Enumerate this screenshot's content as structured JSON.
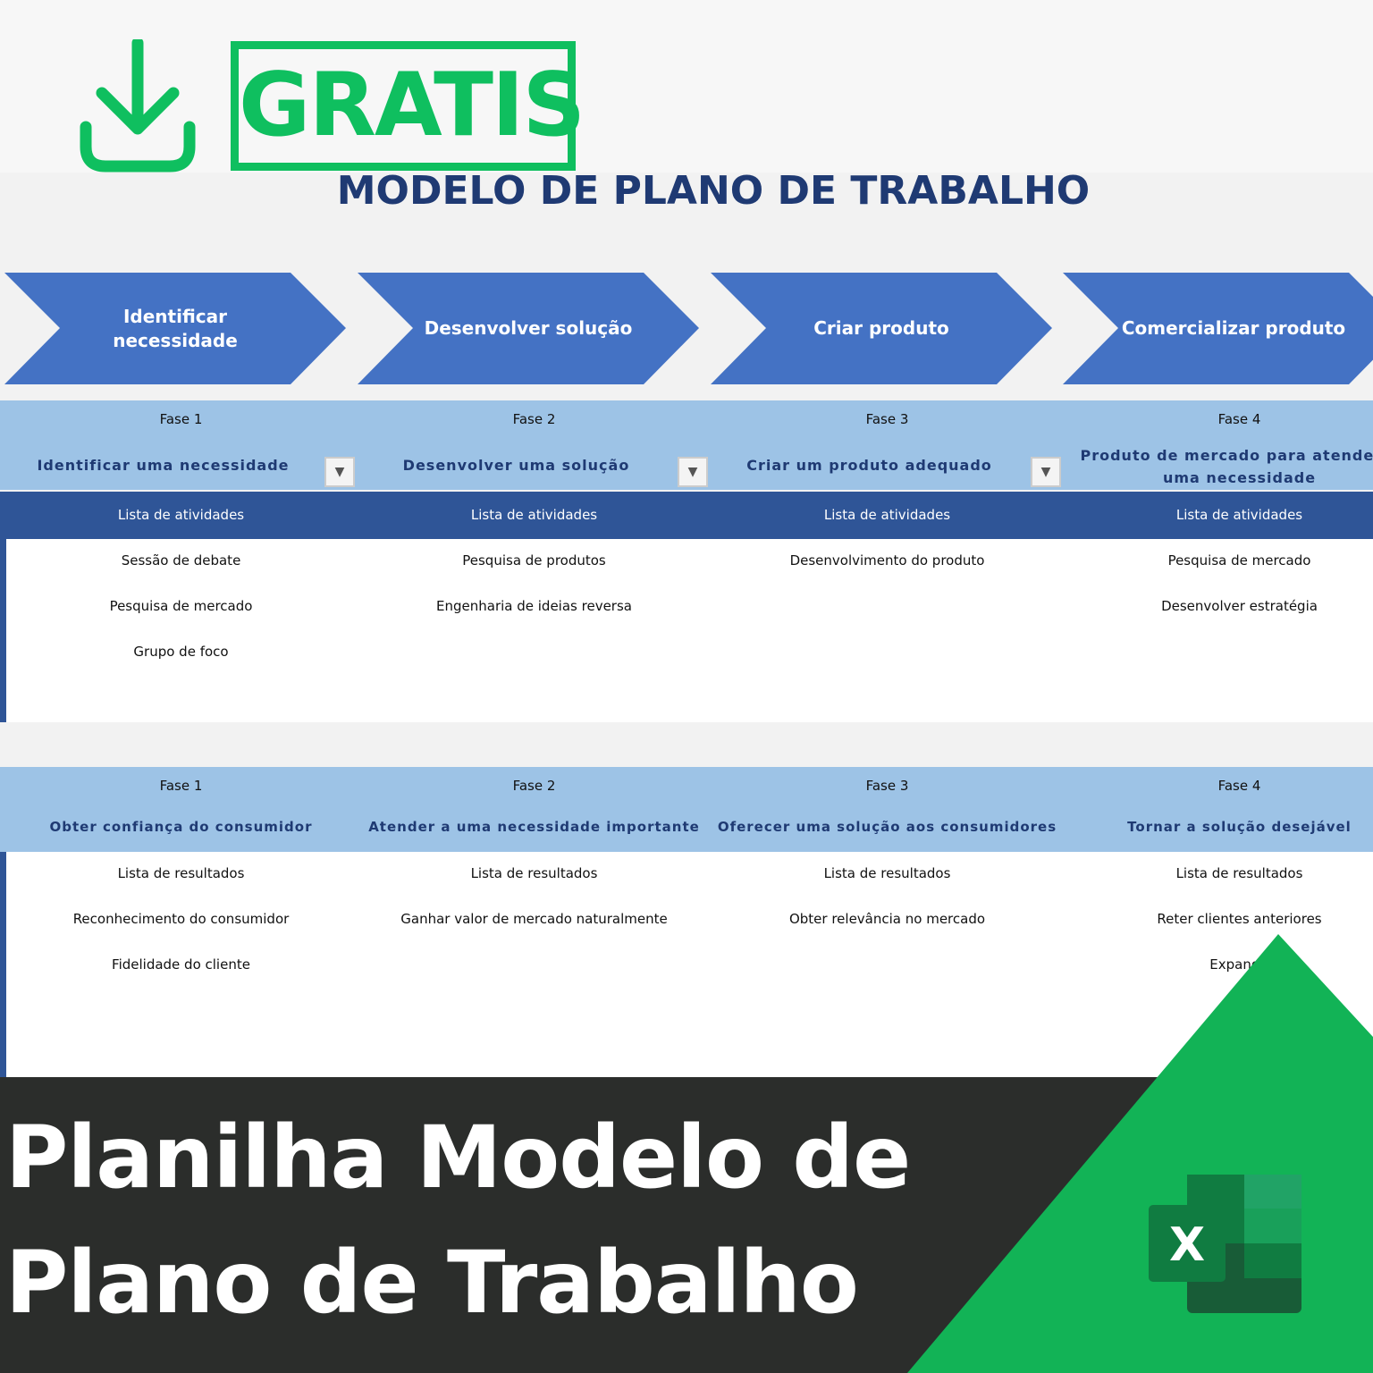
{
  "header": {
    "badge": "GRATIS",
    "download_icon": "download-icon",
    "title": "MODELO DE PLANO DE TRABALHO"
  },
  "chevrons": [
    "Identificar necessidade",
    "Desenvolver solução",
    "Criar produto",
    "Comercializar produto"
  ],
  "colors": {
    "chevron": "#4472c4",
    "light_band": "#9dc3e6",
    "dark_band": "#2f5597",
    "green": "#0fbf5f",
    "banner": "#2b2d2b"
  },
  "table1": {
    "phases": [
      {
        "fase": "Fase 1",
        "name": "Identificar uma necessidade",
        "has_dropdown": true
      },
      {
        "fase": "Fase 2",
        "name": "Desenvolver uma solução",
        "has_dropdown": true
      },
      {
        "fase": "Fase 3",
        "name": "Criar um produto adequado",
        "has_dropdown": true
      },
      {
        "fase": "Fase 4",
        "name": "Produto de mercado para atender a uma necessidade",
        "has_dropdown": false
      }
    ],
    "list_header": "Lista de atividades",
    "items": [
      [
        "Sessão de debate",
        "Pesquisa de mercado",
        "Grupo de foco"
      ],
      [
        "Pesquisa de produtos",
        "Engenharia de ideias reversa"
      ],
      [
        "Desenvolvimento do produto"
      ],
      [
        "Pesquisa de mercado",
        "Desenvolver estratégia"
      ]
    ]
  },
  "table2": {
    "phases": [
      {
        "fase": "Fase 1",
        "name": "Obter confiança do consumidor"
      },
      {
        "fase": "Fase 2",
        "name": "Atender a uma necessidade importante"
      },
      {
        "fase": "Fase 3",
        "name": "Oferecer uma solução aos consumidores"
      },
      {
        "fase": "Fase 4",
        "name": "Tornar a solução desejável"
      }
    ],
    "list_header": "Lista de resultados",
    "items": [
      [
        "Reconhecimento do consumidor",
        "Fidelidade do cliente"
      ],
      [
        "Ganhar valor de mercado naturalmente"
      ],
      [
        "Obter relevância no mercado"
      ],
      [
        "Reter clientes anteriores",
        "Expandir"
      ]
    ]
  },
  "banner": {
    "line1": "Planilha Modelo de",
    "line2": "Plano de Trabalho",
    "excel_letter": "X"
  }
}
